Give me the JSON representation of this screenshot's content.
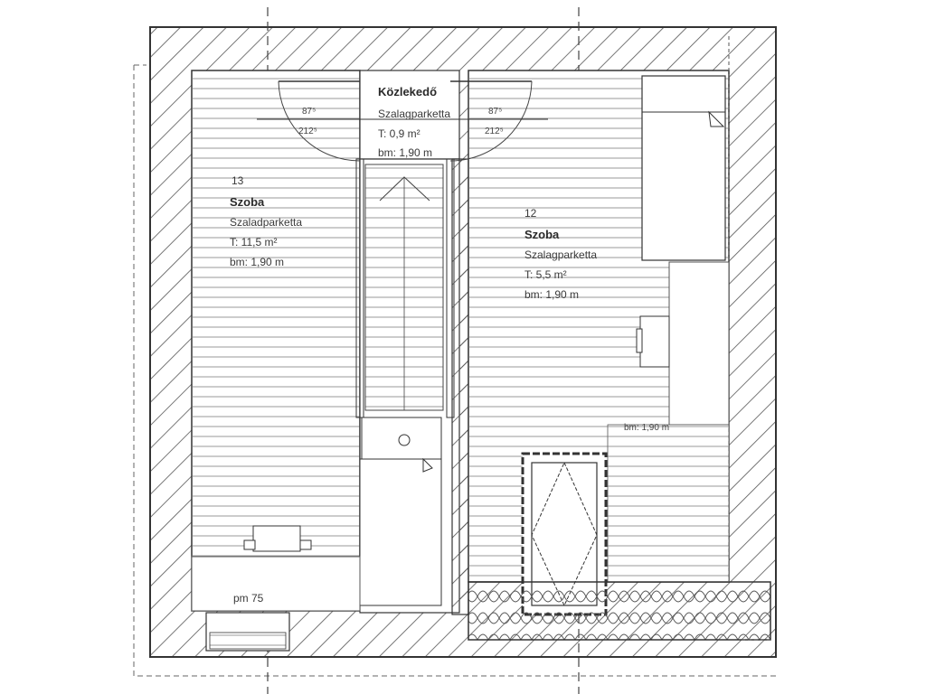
{
  "rooms": {
    "corridor": {
      "name": "Közlekedő",
      "floor": "Szalagparketta",
      "area": "T: 0,9 m²",
      "height": "bm: 1,90 m"
    },
    "room13": {
      "number": "13",
      "name": "Szoba",
      "floor": "Szaladparketta",
      "area": "T: 11,5 m²",
      "height": "bm: 1,90 m"
    },
    "room12": {
      "number": "12",
      "name": "Szoba",
      "floor": "Szalagparketta",
      "area": "T: 5,5 m²",
      "height": "bm: 1,90 m"
    }
  },
  "doors": {
    "left": {
      "width": "87⁵",
      "height": "212⁵"
    },
    "right": {
      "width": "87⁵",
      "height": "212⁵"
    }
  },
  "annotations": {
    "bed_height": "bm: 1,90 m",
    "parapet": "pm 75"
  }
}
